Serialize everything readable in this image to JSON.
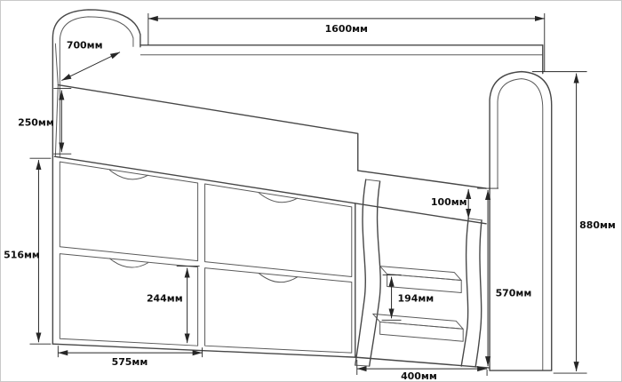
{
  "dimensions": {
    "bed_length": "1600мм",
    "bed_depth": "700мм",
    "rail_height": "250мм",
    "cabinet_height": "516мм",
    "drawer_height": "244мм",
    "drawer_width": "575мм",
    "guard_height": "100мм",
    "step_rise": "194мм",
    "stair_height": "570мм",
    "overall_height": "880мм",
    "stair_depth": "400мм"
  }
}
